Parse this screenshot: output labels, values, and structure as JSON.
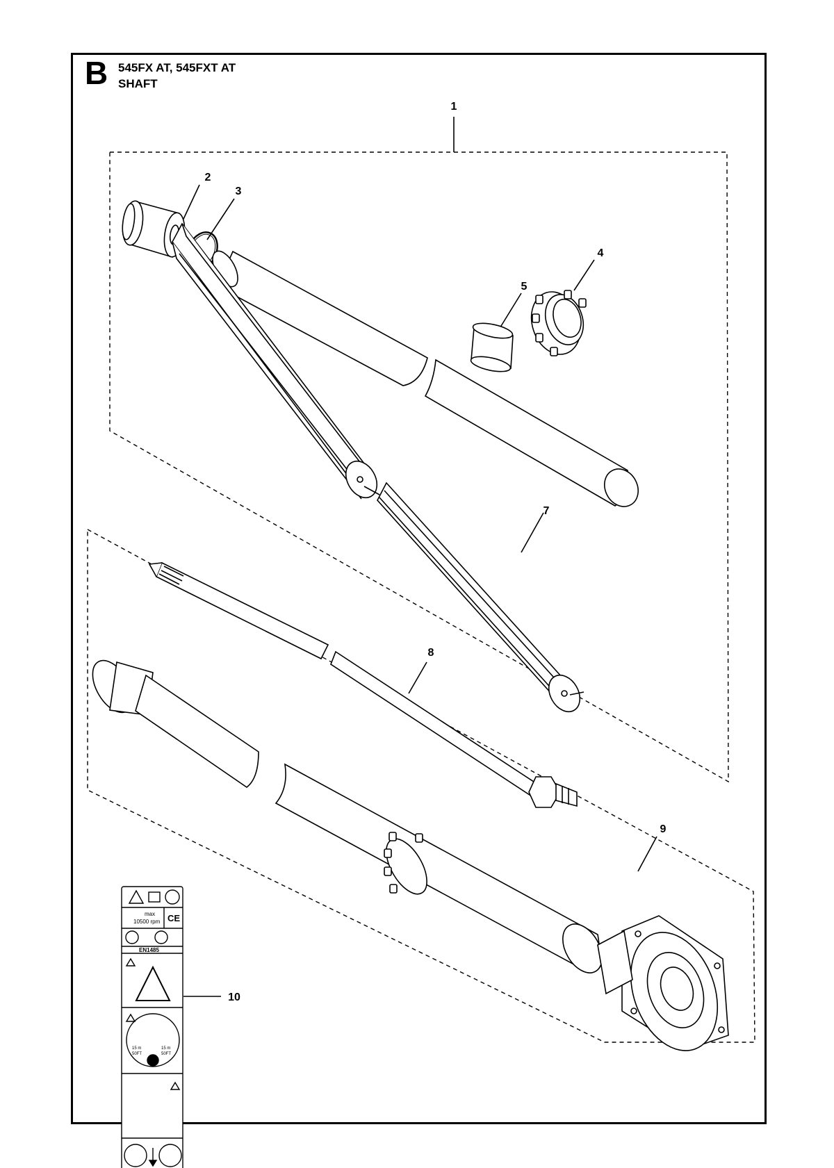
{
  "header": {
    "section_letter": "B",
    "model_line": "545FX AT, 545FXT AT",
    "subtitle": "SHAFT"
  },
  "callouts": [
    "1",
    "2",
    "3",
    "4",
    "5",
    "7",
    "8",
    "9",
    "10"
  ],
  "decal": {
    "rpm_max": "max",
    "rpm_value": "10500 rpm",
    "ce_mark": "CE",
    "standard": "EN1485",
    "distance_left": "15 m",
    "distance_left_ft": "50FT",
    "distance_right": "15 m",
    "distance_right_ft": "50FT"
  }
}
